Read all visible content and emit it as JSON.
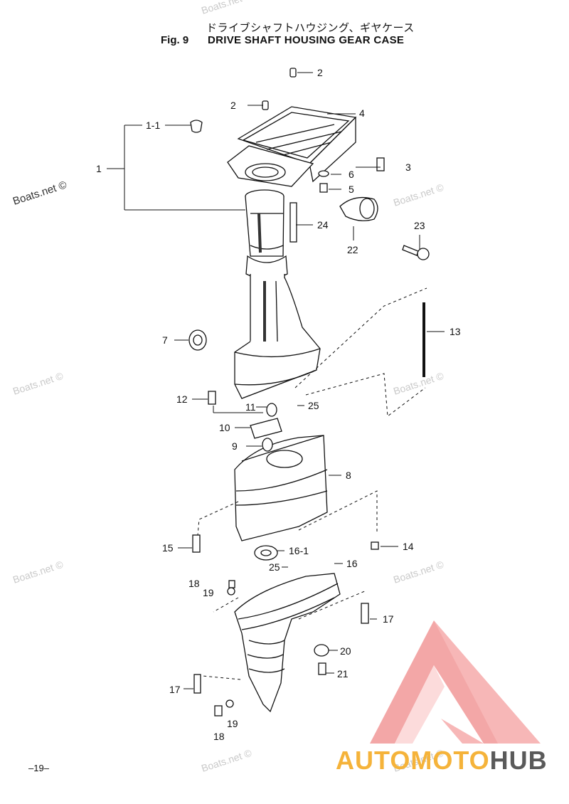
{
  "header": {
    "title_jp": "ドライブシャフトハウジング、ギヤケース",
    "fig_no": "Fig. 9",
    "title_en": "DRIVE SHAFT HOUSING GEAR CASE"
  },
  "watermark": "Boats.net ©",
  "page_number": "–19–",
  "brand": {
    "part1": "AUTOMOTO",
    "part2": "HUB",
    "colors": {
      "accent": "#f5b33a",
      "dark": "#5a5a5a",
      "logo": "#f08a8a"
    }
  },
  "part_labels": {
    "p1": "1",
    "p1_1": "1-1",
    "p2a": "2",
    "p2b": "2",
    "p3": "3",
    "p4": "4",
    "p5": "5",
    "p6": "6",
    "p7": "7",
    "p8": "8",
    "p9": "9",
    "p10": "10",
    "p11": "11",
    "p12": "12",
    "p13": "13",
    "p14": "14",
    "p15": "15",
    "p16": "16",
    "p16_1": "16-1",
    "p17a": "17",
    "p17b": "17",
    "p18a": "18",
    "p18b": "18",
    "p19a": "19",
    "p19b": "19",
    "p20": "20",
    "p21": "21",
    "p22": "22",
    "p23": "23",
    "p24": "24",
    "p25a": "25",
    "p25b": "25"
  }
}
